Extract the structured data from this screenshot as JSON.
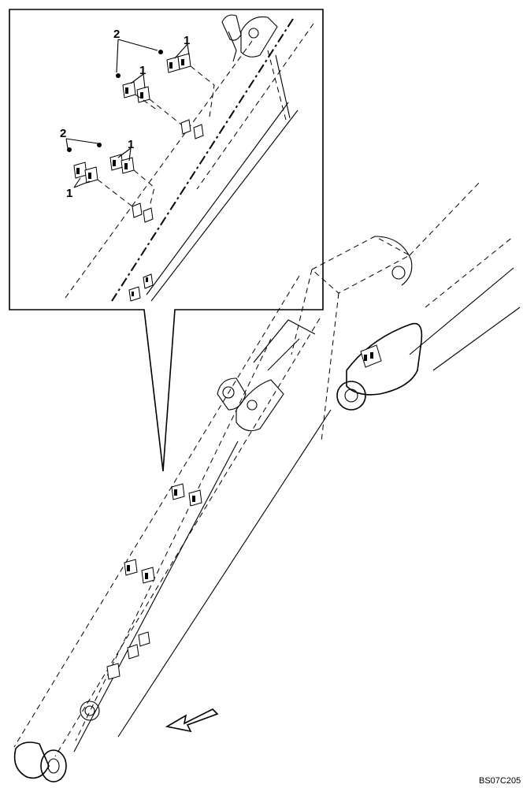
{
  "diagram": {
    "callouts": [
      "2",
      "1",
      "1",
      "2",
      "1",
      "1"
    ],
    "reference_code": "BS07C205",
    "icons": [
      "direction-arrow-icon"
    ]
  }
}
